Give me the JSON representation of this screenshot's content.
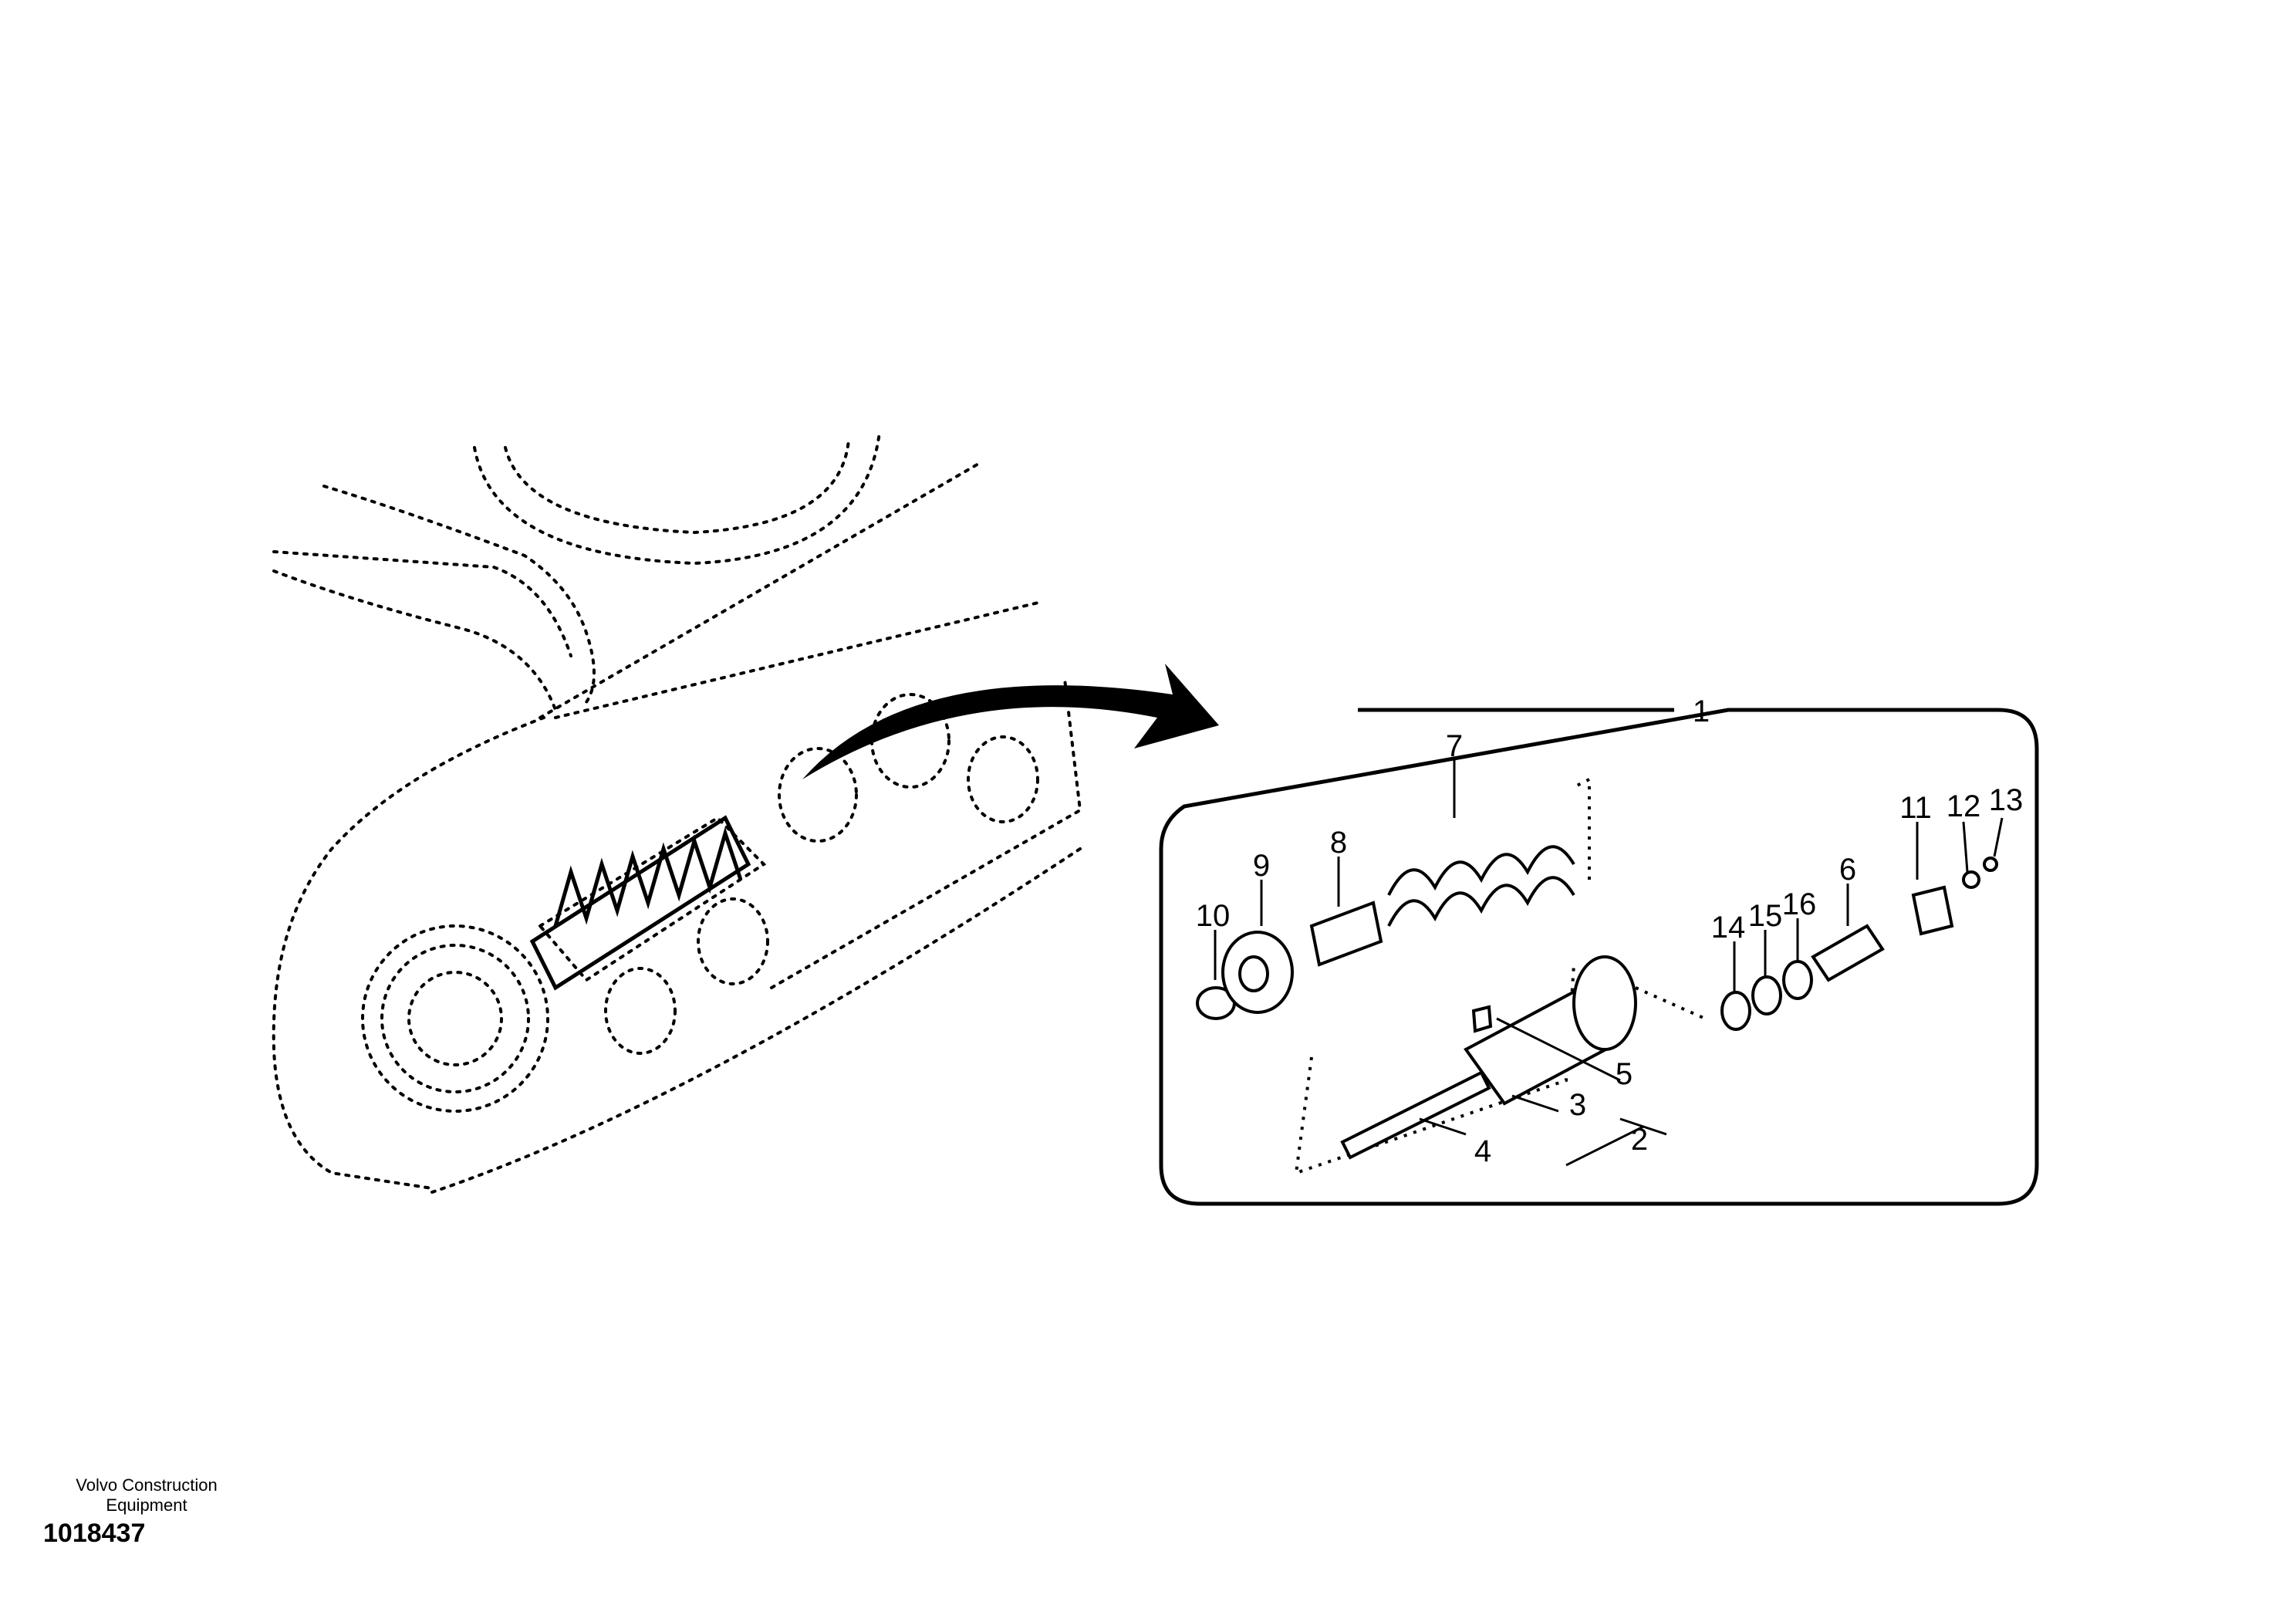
{
  "publisher": {
    "line1": "Volvo Construction",
    "line2": "Equipment"
  },
  "drawing_number": "1018437",
  "callouts": {
    "c1": "1",
    "c2": "2",
    "c3": "3",
    "c4": "4",
    "c5": "5",
    "c6": "6",
    "c7": "7",
    "c8": "8",
    "c9": "9",
    "c10": "10",
    "c11": "11",
    "c12": "12",
    "c13": "13",
    "c14": "14",
    "c15": "15",
    "c16": "16"
  }
}
